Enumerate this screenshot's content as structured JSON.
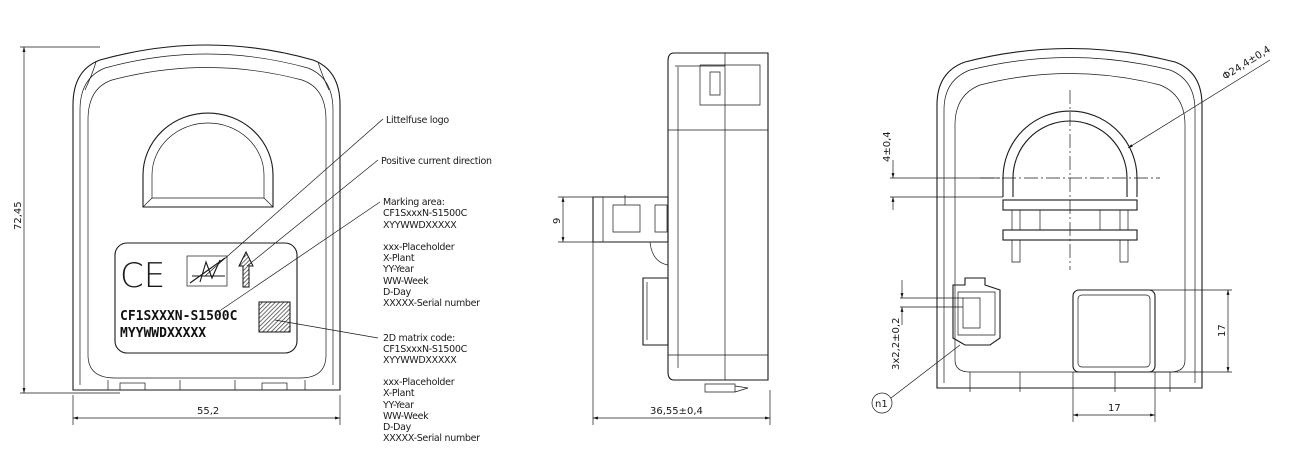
{
  "front_view": {
    "dim_height": "72,45",
    "dim_width": "55,2",
    "marking_line1": "CF1SXXXN-S1500C",
    "marking_line2": "MYYWWDXXXXX",
    "ce_mark": "CE"
  },
  "annotations": {
    "logo": "Littelfuse logo",
    "current_direction": "Positive current direction",
    "marking_area": [
      "Marking area:",
      "CF1SxxxN-S1500C",
      "XYYWWDXXXXX"
    ],
    "marking_legend": [
      "xxx-Placeholder",
      "X-Plant",
      "YY-Year",
      "WW-Week",
      "D-Day",
      "XXXXX-Serial number"
    ],
    "matrix_code": [
      "2D matrix code:",
      "CF1SxxxN-S1500C",
      "XYYWWDXXXXX"
    ],
    "matrix_legend": [
      "xxx-Placeholder",
      "X-Plant",
      "YY-Year",
      "WW-Week",
      "D-Day",
      "XXXXX-Serial number"
    ]
  },
  "side_view": {
    "dim_tab": "9",
    "dim_depth": "36,55±0,4"
  },
  "rear_view": {
    "dim_diameter": "Φ24,4±0,4",
    "dim_offset": "4±0,4",
    "dim_pitch": "3x2,2±0,2",
    "dim_square_height": "17",
    "dim_square_width": "17",
    "callout": "n1"
  }
}
